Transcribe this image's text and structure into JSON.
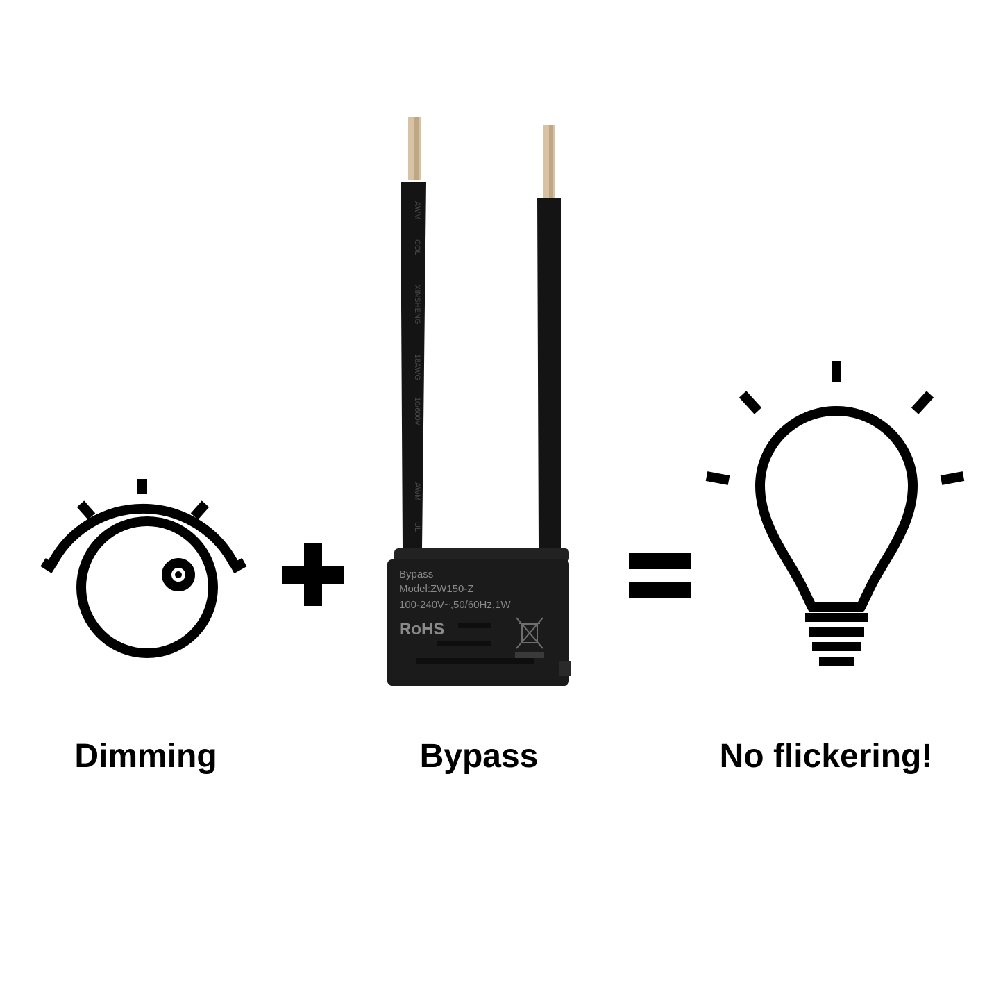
{
  "colors": {
    "background": "#ffffff",
    "icon": "#000000",
    "device_body": "#1b1b1b",
    "device_text": "#8a8a8a",
    "wire": "#141414",
    "wire_text": "#4a4a4a",
    "wire_tip": "#d8c2a4"
  },
  "captions": {
    "dimming": "Dimming",
    "bypass": "Bypass",
    "no_flickering": "No flickering!"
  },
  "operators": {
    "plus": "plus-icon",
    "equals": "equals-icon"
  },
  "icons": {
    "dimmer": "dimmer-knob-icon",
    "bulb": "light-bulb-icon",
    "recycle": "crossed-out-bin-icon"
  },
  "device": {
    "line1": "Bypass",
    "line2": "Model:ZW150-Z",
    "line3": "100-240V~,50/60Hz,1W",
    "rohs": "RoHS",
    "wire_print": {
      "awm_top": "AWM",
      "col": "COL",
      "maker": "XINSHENG",
      "gauge": "18AWG",
      "rating": "10/600V",
      "awm_bottom": "AWM",
      "mark": "UL"
    }
  }
}
